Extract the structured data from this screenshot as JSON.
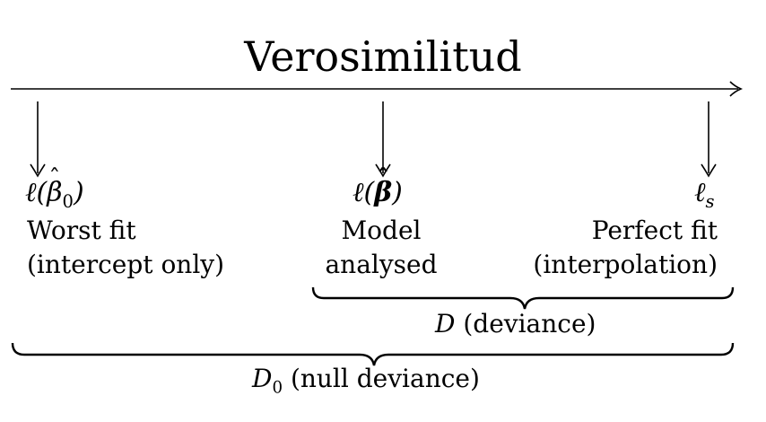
{
  "title": "Verosimilitud",
  "points": {
    "worst": {
      "symbol": "ℓ(β̂0)",
      "line1": "Worst fit",
      "line2": "(intercept only)"
    },
    "model": {
      "symbol": "ℓ(β̂)",
      "line1": "Model",
      "line2": "analysed"
    },
    "saturated": {
      "symbol": "ℓs",
      "line1": "Perfect fit",
      "line2": "(interpolation)"
    }
  },
  "braces": {
    "deviance": {
      "symbol": "D",
      "text": "(deviance)"
    },
    "null_deviance": {
      "symbol": "D0",
      "text": "(null deviance)"
    }
  }
}
